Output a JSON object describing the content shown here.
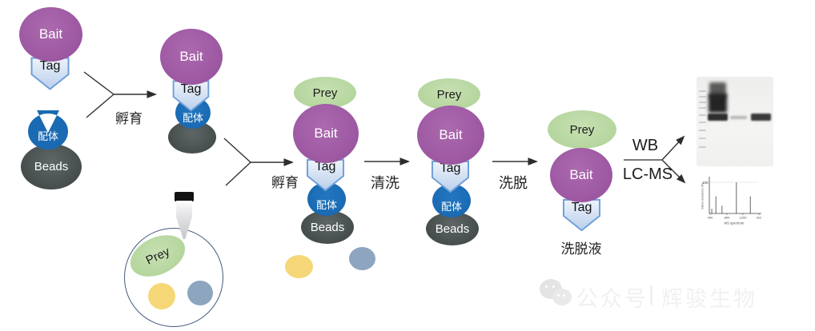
{
  "units": {
    "bait": "Bait",
    "tag": "Tag",
    "ligand": "配体",
    "beads": "Beads",
    "prey": "Prey"
  },
  "steps": {
    "incubate1": "孵育",
    "incubate2": "孵育",
    "wash": "清洗",
    "elute": "洗脱",
    "eluate_label": "洗脱液"
  },
  "analysis": {
    "wb": "WB",
    "lcms": "LC-MS",
    "ms_spectrum": {
      "type": "bar",
      "title": "MS spectrum",
      "ylabel": "relative abundance (%)",
      "y_max_label": "100",
      "x_ticks": [
        "400",
        "800",
        "1200",
        "m/z"
      ],
      "caption": "MS spectrum",
      "peaks": [
        {
          "mz": 440,
          "abundance": 15
        },
        {
          "mz": 540,
          "abundance": 55
        },
        {
          "mz": 690,
          "abundance": 25
        },
        {
          "mz": 1040,
          "abundance": 100
        },
        {
          "mz": 1380,
          "abundance": 55
        }
      ]
    }
  },
  "watermark": {
    "icon": "wechat-icon",
    "text1": "公众号",
    "divider": "|",
    "text2": "辉骏生物"
  },
  "colors": {
    "bait": "#9c57a1",
    "tag_fill": "#dde8f7",
    "tag_border": "#6fa0d8",
    "ligand": "#1a6ab3",
    "beads": "#454e4d",
    "prey": "#b8d7a2",
    "sample_yellow": "#f5d778",
    "sample_gray": "#8da5bf",
    "dish_border": "#45597c",
    "arrow": "#333333"
  }
}
